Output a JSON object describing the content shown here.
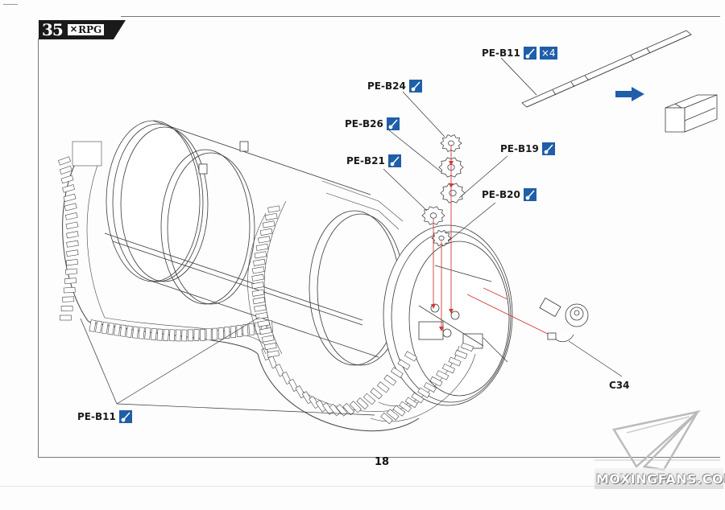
{
  "header": {
    "scale": "35",
    "brand": "RPG",
    "brand_mark": "✕"
  },
  "parts": {
    "pe_b11_top": {
      "label": "PE-B11",
      "badge": "photo-etch-bend-icon",
      "quantity": "×4"
    },
    "pe_b24": {
      "label": "PE-B24",
      "badge": "photo-etch-bend-icon"
    },
    "pe_b26": {
      "label": "PE-B26",
      "badge": "photo-etch-bend-icon"
    },
    "pe_b21": {
      "label": "PE-B21",
      "badge": "photo-etch-bend-icon"
    },
    "pe_b19": {
      "label": "PE-B19",
      "badge": "photo-etch-bend-icon"
    },
    "pe_b20": {
      "label": "PE-B20",
      "badge": "photo-etch-bend-icon"
    },
    "c34": {
      "label": "C34"
    },
    "pe_b11_bottom": {
      "label": "PE-B11",
      "badge": "photo-etch-bend-icon"
    }
  },
  "colors": {
    "badge": "#1f5ea8",
    "arrow": "#1f5ea8",
    "guide_line": "#d23a3a",
    "line_art": "#3a3a3a"
  },
  "footer": {
    "page_number": "18"
  },
  "watermark": {
    "text": "MOXINGFANS.COM"
  }
}
